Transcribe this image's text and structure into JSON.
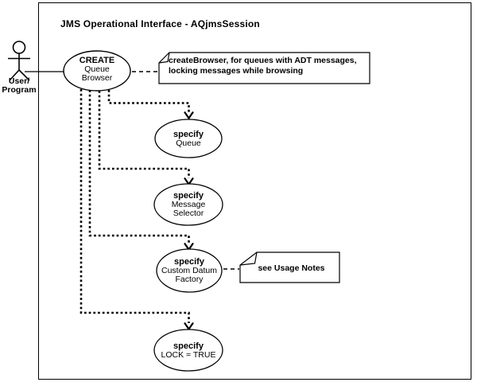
{
  "colors": {
    "line": "#000000",
    "background": "#ffffff",
    "shape_fill": "#ffffff"
  },
  "frame": {
    "title": "JMS Operational Interface - AQjmsSession"
  },
  "actor": {
    "name_lines": [
      "User/",
      "Program"
    ]
  },
  "use_cases": {
    "create_queue_browser": {
      "lines": [
        "CREATE",
        "Queue",
        "Browser"
      ]
    },
    "specify_queue": {
      "lines": [
        "specify",
        "Queue"
      ]
    },
    "specify_message_selector": {
      "lines": [
        "specify",
        "Message",
        "Selector"
      ]
    },
    "specify_custom_datum_factory": {
      "lines": [
        "specify",
        "Custom Datum",
        "Factory"
      ]
    },
    "specify_lock_true": {
      "lines": [
        "specify",
        "LOCK = TRUE"
      ]
    }
  },
  "notes": {
    "create_browser": {
      "lines": [
        "createBrowser, for queues with ADT messages,",
        "locking messages while browsing"
      ]
    },
    "usage": {
      "text": "see Usage Notes"
    }
  }
}
